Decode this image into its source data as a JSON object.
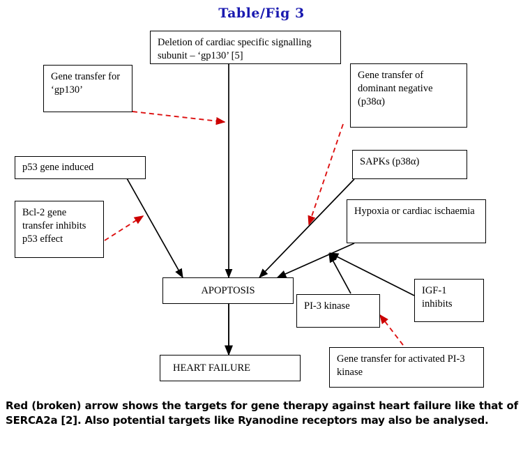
{
  "title": "Table/Fig 3",
  "colors": {
    "title": "#1a1ab0",
    "box_border": "#000000",
    "solid_arrow": "#000000",
    "dashed_arrow": "#cc0000",
    "background": "#ffffff"
  },
  "nodes": {
    "deletion_gp130": "Deletion of cardiac specific signalling subunit – ‘gp130’ [5]",
    "gene_transfer_gp130": "Gene transfer for ‘gp130’",
    "gene_transfer_dn_p38": "Gene transfer of dominant negative (p38α)",
    "p53_gene_induced": "p53 gene induced",
    "bcl2_gene_transfer": "Bcl-2 gene transfer inhibits p53 effect",
    "sapks": "SAPKs (p38α)",
    "hypoxia": "Hypoxia or cardiac ischaemia",
    "apoptosis": "APOPTOSIS",
    "pi3_kinase": "PI-3 kinase",
    "igf1_inhibits": "IGF-1 inhibits",
    "gene_transfer_pi3": "Gene transfer for activated PI-3 kinase",
    "heart_failure": "HEART FAILURE"
  },
  "edges": [
    {
      "name": "gp130-deletion-to-apoptosis",
      "style": "solid",
      "from": "deletion_gp130",
      "to": "apoptosis"
    },
    {
      "name": "gene-transfer-gp130-to-deletion-arrow",
      "style": "dashed",
      "from": "gene_transfer_gp130",
      "to": "gp130-deletion-to-apoptosis"
    },
    {
      "name": "p53-to-apoptosis",
      "style": "solid",
      "from": "p53_gene_induced",
      "to": "apoptosis"
    },
    {
      "name": "bcl2-to-p53-arrow",
      "style": "dashed",
      "from": "bcl2_gene_transfer",
      "to": "p53-to-apoptosis"
    },
    {
      "name": "sapks-to-apoptosis",
      "style": "solid",
      "from": "sapks",
      "to": "apoptosis"
    },
    {
      "name": "dn-p38-to-sapks-arrow",
      "style": "dashed",
      "from": "gene_transfer_dn_p38",
      "to": "sapks-to-apoptosis"
    },
    {
      "name": "hypoxia-to-apoptosis",
      "style": "solid",
      "from": "hypoxia",
      "to": "apoptosis"
    },
    {
      "name": "igf1-to-hypoxia-arrow",
      "style": "solid",
      "from": "igf1_inhibits",
      "to": "hypoxia-to-apoptosis"
    },
    {
      "name": "pi3-kinase-to-hypoxia-arrow",
      "style": "solid",
      "from": "pi3_kinase",
      "to": "hypoxia-to-apoptosis"
    },
    {
      "name": "gene-transfer-pi3-to-pi3-kinase",
      "style": "dashed",
      "from": "gene_transfer_pi3",
      "to": "pi3_kinase"
    },
    {
      "name": "apoptosis-to-heart-failure",
      "style": "solid",
      "from": "apoptosis",
      "to": "heart_failure"
    }
  ],
  "caption": "Red (broken) arrow shows the targets for gene therapy against heart failure like that of SERCA2a [2]. Also potential targets like Ryanodine receptors may also be analysed."
}
